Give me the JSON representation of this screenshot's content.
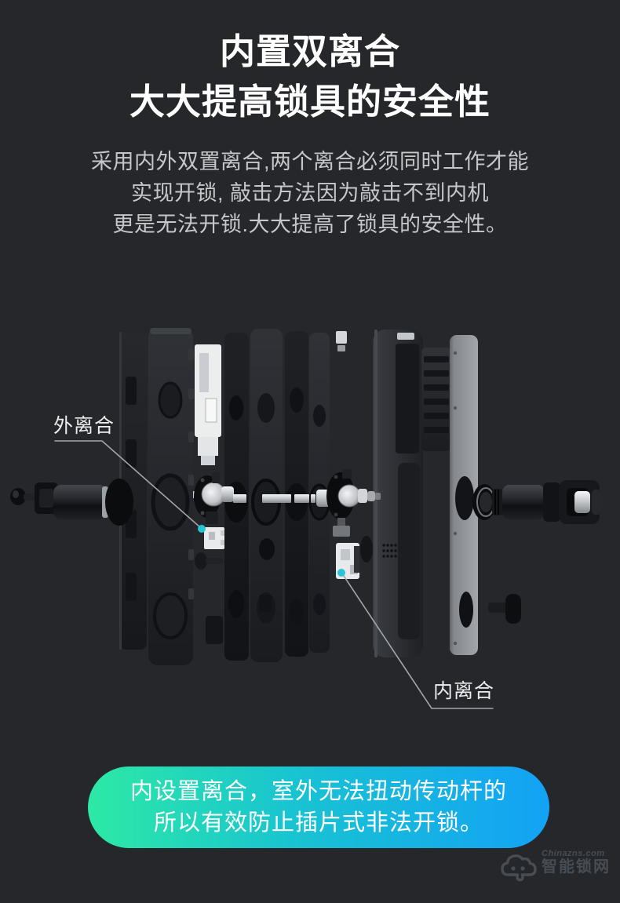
{
  "colors": {
    "background": "#26272b",
    "accent_dot": "#27c4d6",
    "callout_line": "#a2a6aa",
    "banner_gradient_start": "#2de9a5",
    "banner_gradient_end": "#13a2f5",
    "watermark": "#484d54"
  },
  "title": {
    "line1": "内置双离合",
    "line2": "大大提高锁具的安全性"
  },
  "subtitle": {
    "line1": "采用内外双置离合,两个离合必须同时工作才能",
    "line2": "实现开锁, 敲击方法因为敲击不到内机",
    "line3": "更是无法开锁.大大提高了锁具的安全性。"
  },
  "diagram": {
    "outer_clutch_label": "外离合",
    "inner_clutch_label": "内离合"
  },
  "banner": {
    "line1": "内设置离合，室外无法扭动传动杆的",
    "line2": "所以有效防止插片式非法开锁。"
  },
  "watermark": {
    "site": "Chinazns.com",
    "name": "智能锁网"
  }
}
